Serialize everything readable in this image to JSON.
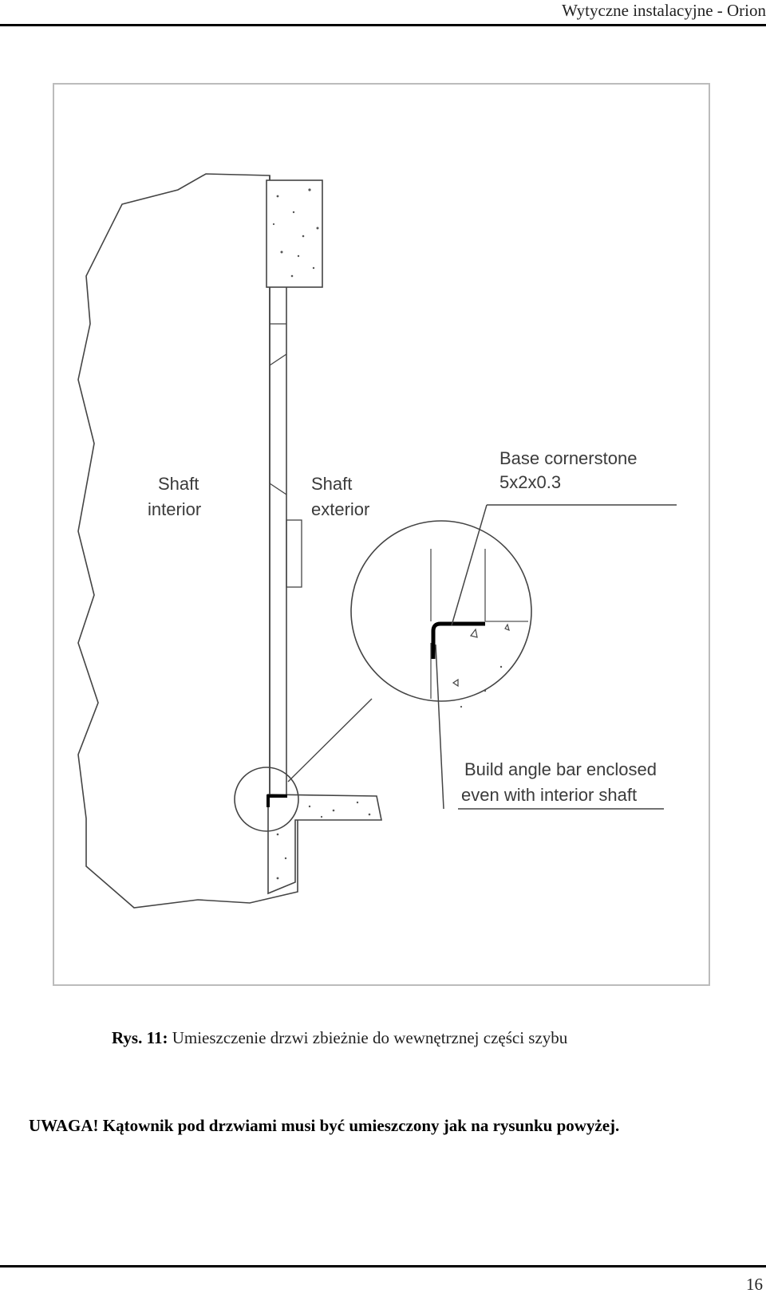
{
  "header": {
    "title": "Wytyczne instalacyjne - Orion"
  },
  "figure": {
    "labels": {
      "shaft_interior_1": "Shaft",
      "shaft_interior_2": "interior",
      "shaft_exterior_1": "Shaft",
      "shaft_exterior_2": "exterior",
      "base_cornerstone_1": "Base cornerstone",
      "base_cornerstone_2": "5x2x0.3",
      "angle_bar_1": "Build angle bar enclosed",
      "angle_bar_2": "even with interior shaft"
    }
  },
  "caption": {
    "number": "Rys. 11:",
    "text": " Umieszczenie drzwi zbieżnie do wewnętrznej części szybu"
  },
  "note": {
    "text": "UWAGA! Kątownik pod drzwiami musi być umieszczony jak na rysunku powyżej."
  },
  "footer": {
    "page_number": "16"
  }
}
